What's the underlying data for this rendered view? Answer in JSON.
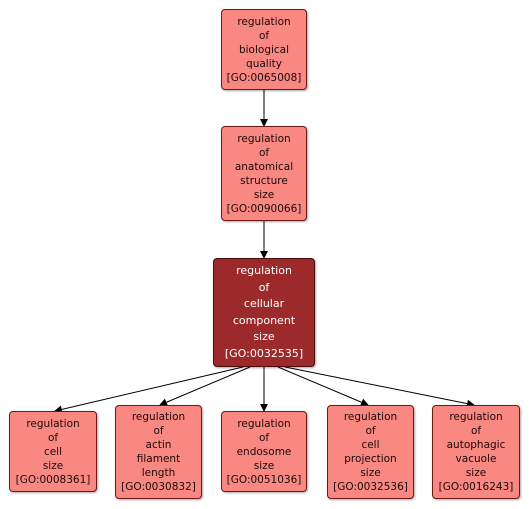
{
  "colors": {
    "node_fill": "#fa8882",
    "focus_fill": "#9c2a2a",
    "edge": "#000000"
  },
  "nodes": {
    "n1": {
      "lines": [
        "regulation",
        "of",
        "biological",
        "quality",
        "[GO:0065008]"
      ]
    },
    "n2": {
      "lines": [
        "regulation",
        "of",
        "anatomical",
        "structure",
        "size",
        "[GO:0090066]"
      ]
    },
    "n3": {
      "lines": [
        "regulation",
        "of",
        "cellular",
        "component",
        "size",
        "[GO:0032535]"
      ]
    },
    "n4": {
      "lines": [
        "regulation",
        "of",
        "cell",
        "size",
        "[GO:0008361]"
      ]
    },
    "n5": {
      "lines": [
        "regulation",
        "of",
        "actin",
        "filament",
        "length",
        "[GO:0030832]"
      ]
    },
    "n6": {
      "lines": [
        "regulation",
        "of",
        "endosome",
        "size",
        "[GO:0051036]"
      ]
    },
    "n7": {
      "lines": [
        "regulation",
        "of",
        "cell",
        "projection",
        "size",
        "[GO:0032536]"
      ]
    },
    "n8": {
      "lines": [
        "regulation",
        "of",
        "autophagic",
        "vacuole",
        "size",
        "[GO:0016243]"
      ]
    }
  },
  "edges": [
    [
      "n1",
      "n2"
    ],
    [
      "n2",
      "n3"
    ],
    [
      "n3",
      "n4"
    ],
    [
      "n3",
      "n5"
    ],
    [
      "n3",
      "n6"
    ],
    [
      "n3",
      "n7"
    ],
    [
      "n3",
      "n8"
    ]
  ]
}
